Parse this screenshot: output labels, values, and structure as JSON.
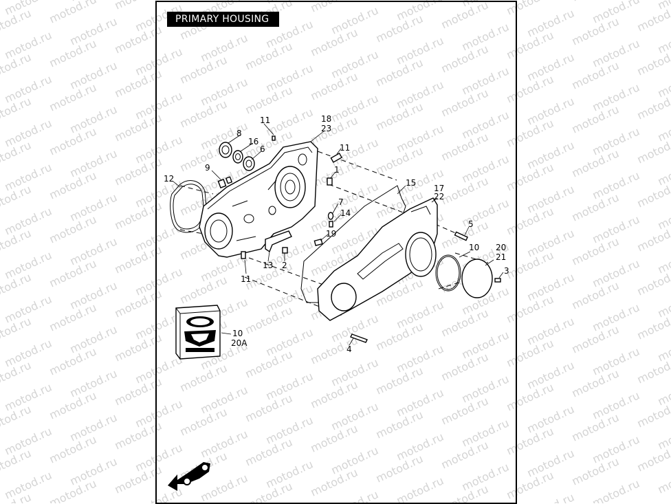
{
  "title": "PRIMARY HOUSING",
  "watermark_text": "motod.ru",
  "callouts": {
    "c1": "1",
    "c2": "2",
    "c3": "3",
    "c4": "4",
    "c5": "5",
    "c6": "6",
    "c7": "7",
    "c8": "8",
    "c9": "9",
    "c10a": "10",
    "c10b": "10",
    "c11a": "11",
    "c11b": "11",
    "c11c": "11",
    "c12": "12",
    "c13": "13",
    "c14": "14",
    "c15": "15",
    "c16": "16",
    "c17": "17",
    "c18": "18",
    "c19": "19",
    "c20": "20",
    "c21": "21",
    "c22": "22",
    "c23": "23",
    "c20a": "20A"
  },
  "icons": {
    "gasket_kit": "gasket-kit-package-icon",
    "front_arrow": "motorcycle-front-arrow-icon"
  }
}
